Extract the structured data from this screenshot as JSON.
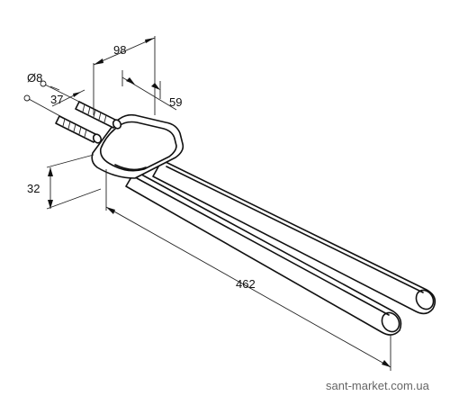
{
  "dimensions": {
    "width_top": "98",
    "depth": "59",
    "plug_diameter": "Ø8",
    "plug_length": "37",
    "height": "32",
    "length": "462"
  },
  "watermark": "sant-market.com.ua"
}
